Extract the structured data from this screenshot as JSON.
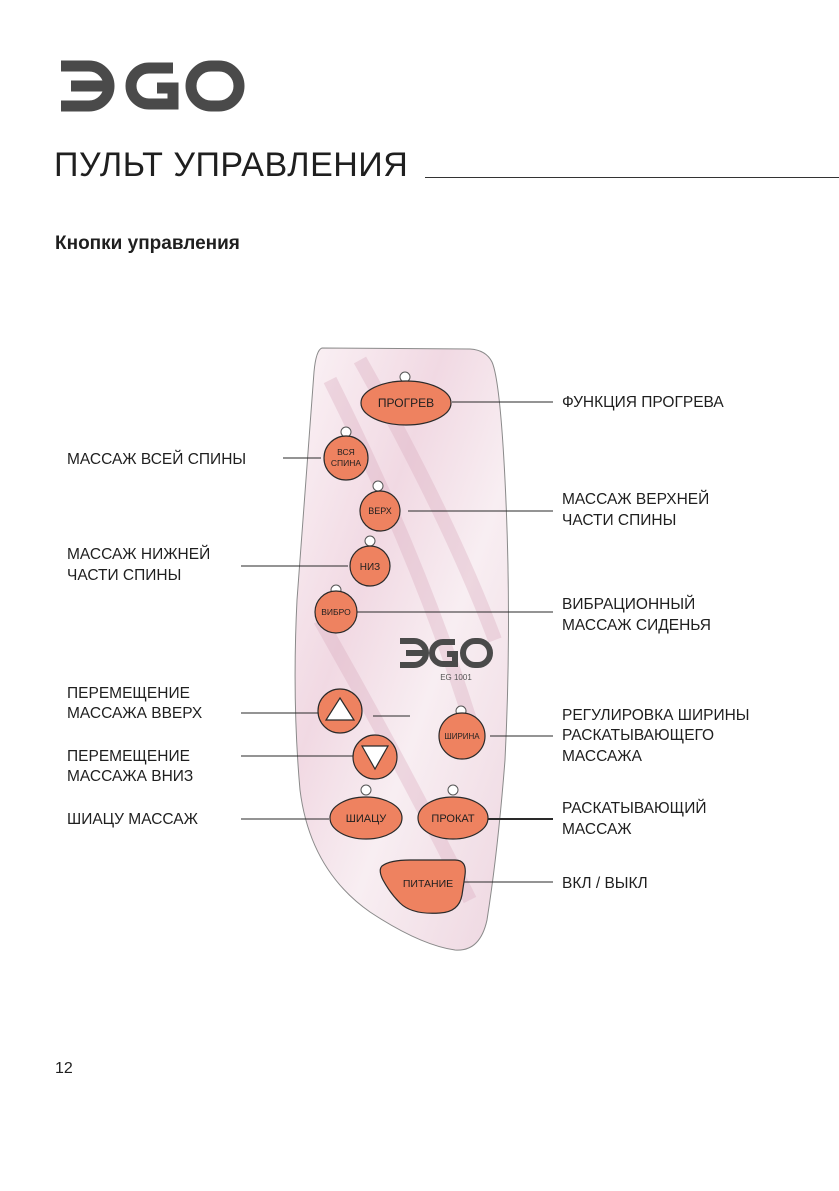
{
  "brand": {
    "logo_text": "ЭGO"
  },
  "header": {
    "title": "ПУЛЬТ УПРАВЛЕНИЯ"
  },
  "section": {
    "title": "Кнопки управления"
  },
  "remote": {
    "logo_text": "ЭGO",
    "model": "EG 1001",
    "buttons": {
      "progrev": "ПРОГРЕВ",
      "vsya_line1": "ВСЯ",
      "vsya_line2": "СПИНА",
      "verh": "ВЕРХ",
      "niz": "НИЗ",
      "vibro": "ВИБРО",
      "shirina": "ШИРИНА",
      "shiatsu": "ШИАЦУ",
      "prokat": "ПРОКАТ",
      "pitanie": "ПИТАНИЕ"
    }
  },
  "callouts": {
    "heat": "ФУНКЦИЯ ПРОГРЕВА",
    "full_back": "МАССАЖ ВСЕЙ СПИНЫ",
    "upper_back_1": "МАССАЖ ВЕРХНЕЙ",
    "upper_back_2": "ЧАСТИ СПИНЫ",
    "lower_back_1": "МАССАЖ НИЖНЕЙ",
    "lower_back_2": "ЧАСТИ СПИНЫ",
    "vibration_1": "ВИБРАЦИОННЫЙ",
    "vibration_2": "МАССАЖ СИДЕНЬЯ",
    "move_up_1": "ПЕРЕМЕЩЕНИЕ",
    "move_up_2": "МАССАЖА ВВЕРХ",
    "width_1": "РЕГУЛИРОВКА ШИРИНЫ",
    "width_2": "РАСКАТЫВАЮЩЕГО",
    "width_3": "МАССАЖА",
    "move_down_1": "ПЕРЕМЕЩЕНИЕ",
    "move_down_2": "МАССАЖА ВНИЗ",
    "shiatsu": "ШИАЦУ МАССАЖ",
    "rolling_1": "РАСКАТЫВАЮЩИЙ",
    "rolling_2": "МАССАЖ",
    "power": "ВКЛ / ВЫКЛ"
  },
  "page_number": "12",
  "colors": {
    "button": "#ee8260",
    "brand": "#4a4a4a",
    "panel_tint": "#f3dde6"
  }
}
